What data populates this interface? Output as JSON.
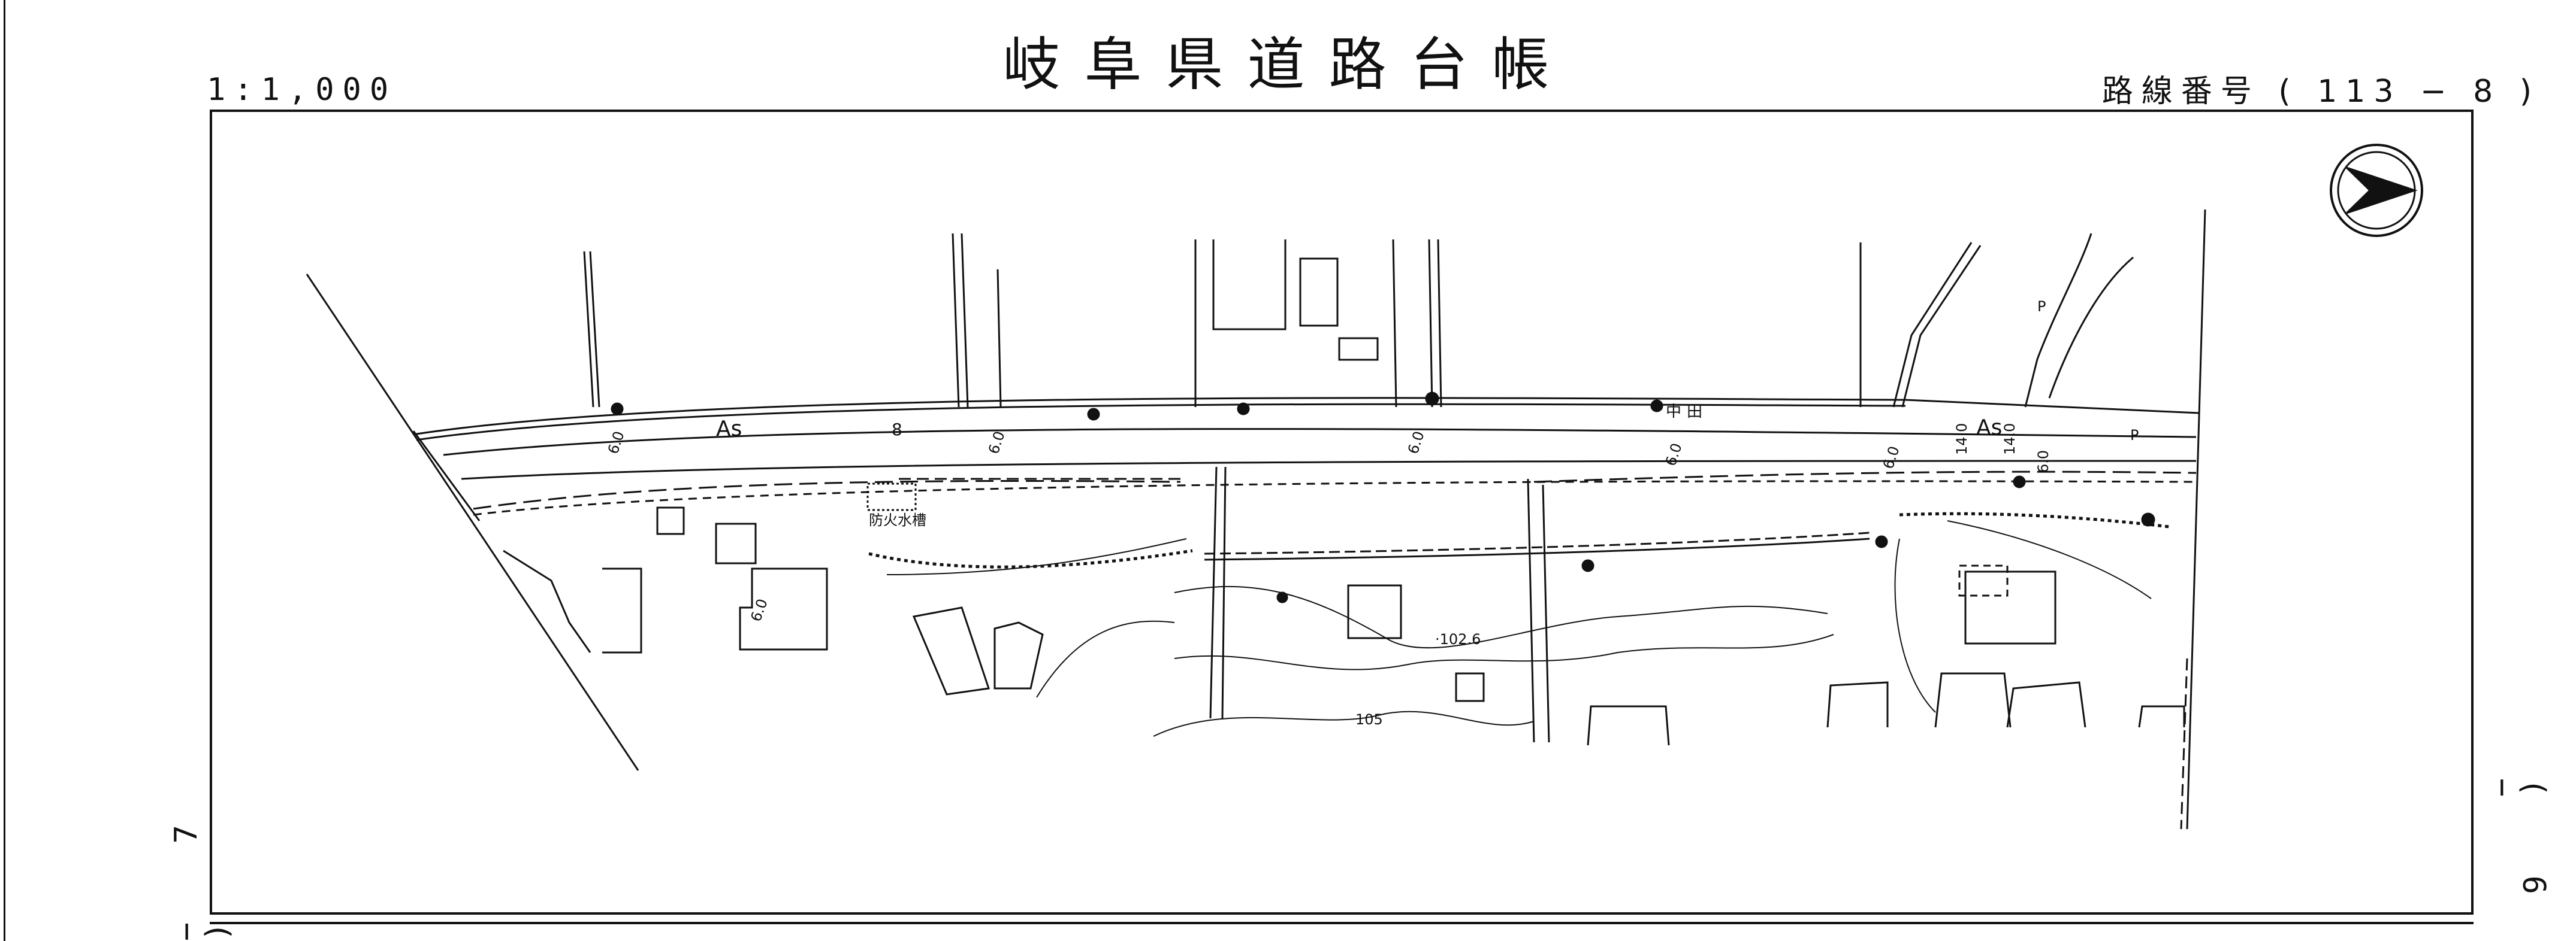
{
  "sheet": {
    "title": "岐阜県道路台帳",
    "scale": "1:1,000",
    "route_label": "路線番号",
    "route_open": "(",
    "route_value": "113 −  8",
    "route_close": ")",
    "page_left": "− 7 )",
    "page_right": "( 6 −"
  },
  "map": {
    "surface_label_1": "As",
    "surface_label_2": "As",
    "fire_tank": "防火水槽",
    "elevation_point": "·102.6",
    "contour_label": "105",
    "width_1": "6.0",
    "width_2": "6.0",
    "width_3": "6.0",
    "width_4": "6.0",
    "width_5": "6.0",
    "width_6": "14.0",
    "width_7": "14.0",
    "width_8": "6.0",
    "width_9": "6.0",
    "marker_8": "8",
    "field_label": "田",
    "field_label_2": "中",
    "pole_p_1": "P",
    "pole_p_2": "P",
    "north_icon": "north-arrow-icon"
  }
}
